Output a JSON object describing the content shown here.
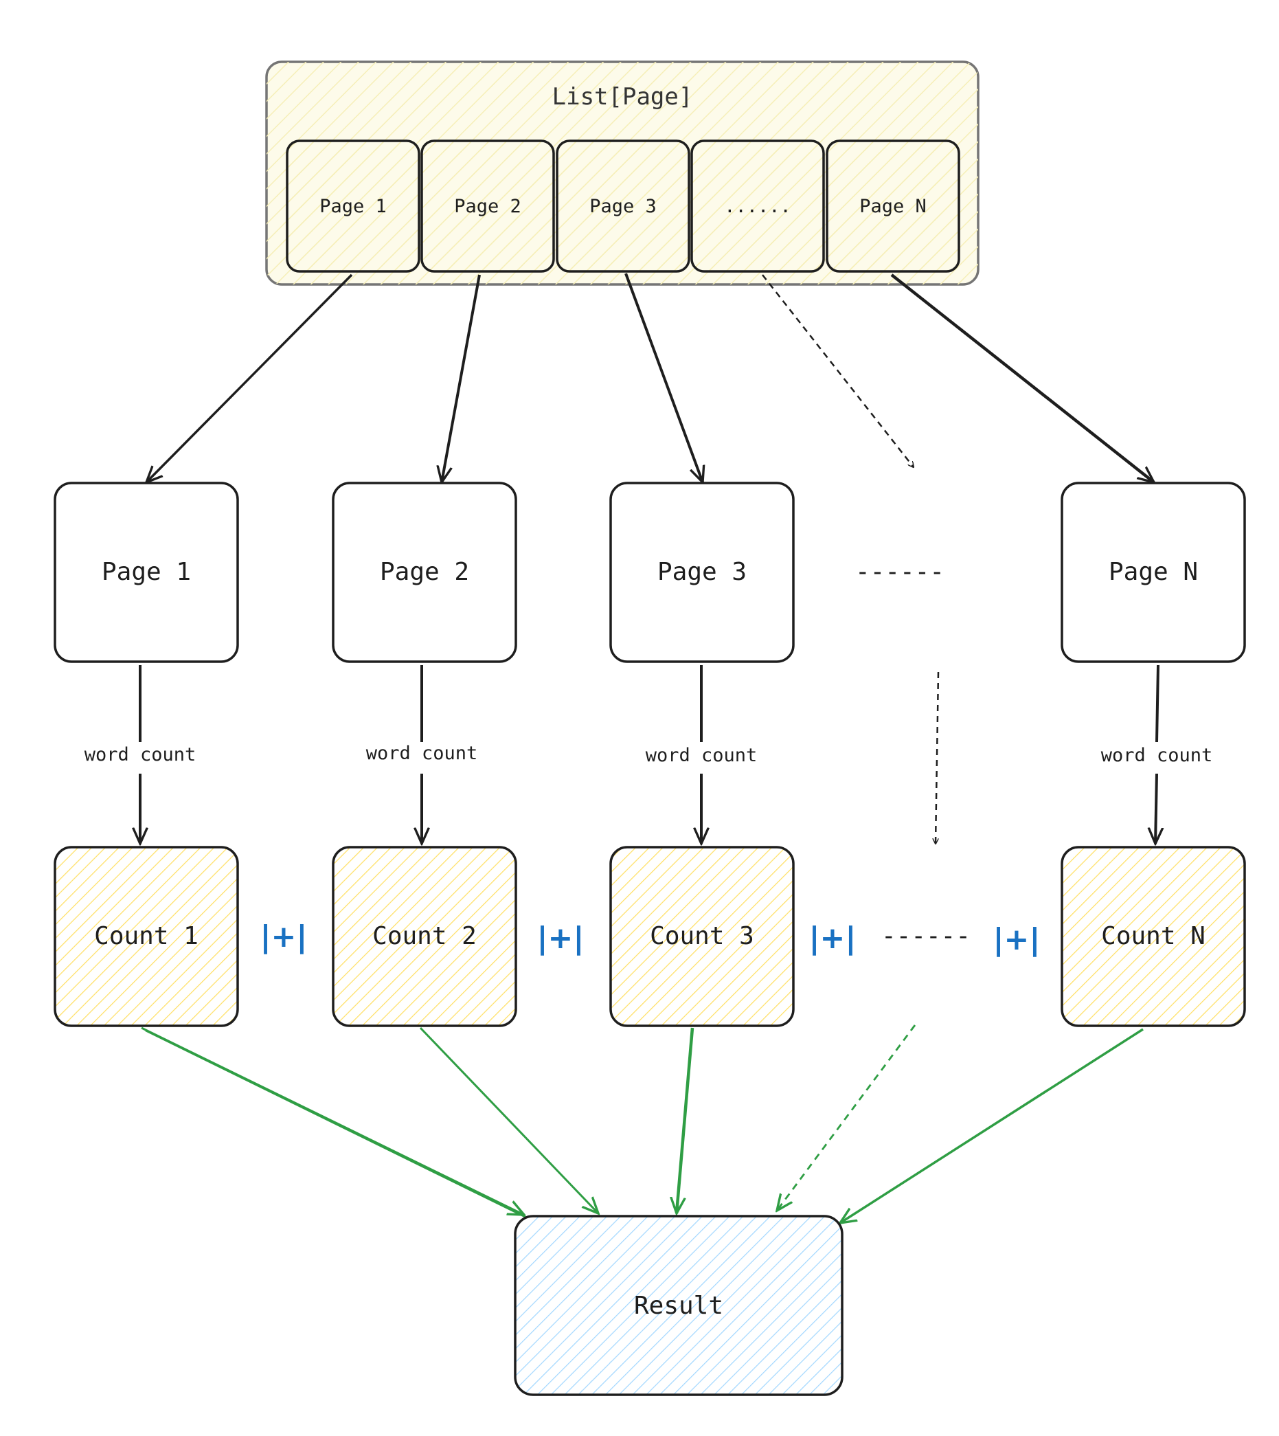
{
  "list": {
    "title": "List[Page]",
    "items": [
      "Page 1",
      "Page 2",
      "Page 3",
      "......",
      "Page N"
    ]
  },
  "pages": [
    "Page 1",
    "Page 2",
    "Page 3",
    "Page N"
  ],
  "pages_gap": "------",
  "operation": "word count",
  "counts": [
    "Count 1",
    "Count 2",
    "Count 3",
    "Count N"
  ],
  "counts_gap": "------",
  "combine_symbol": "|+|",
  "result": "Result",
  "colors": {
    "stroke": "#1e1e1e",
    "list_fill": "#fff9db",
    "count_hatch": "#ffe066",
    "result_hatch": "#a5d8ff",
    "reduce_arrow": "#2f9e44",
    "combine_symbol": "#1971c2"
  }
}
